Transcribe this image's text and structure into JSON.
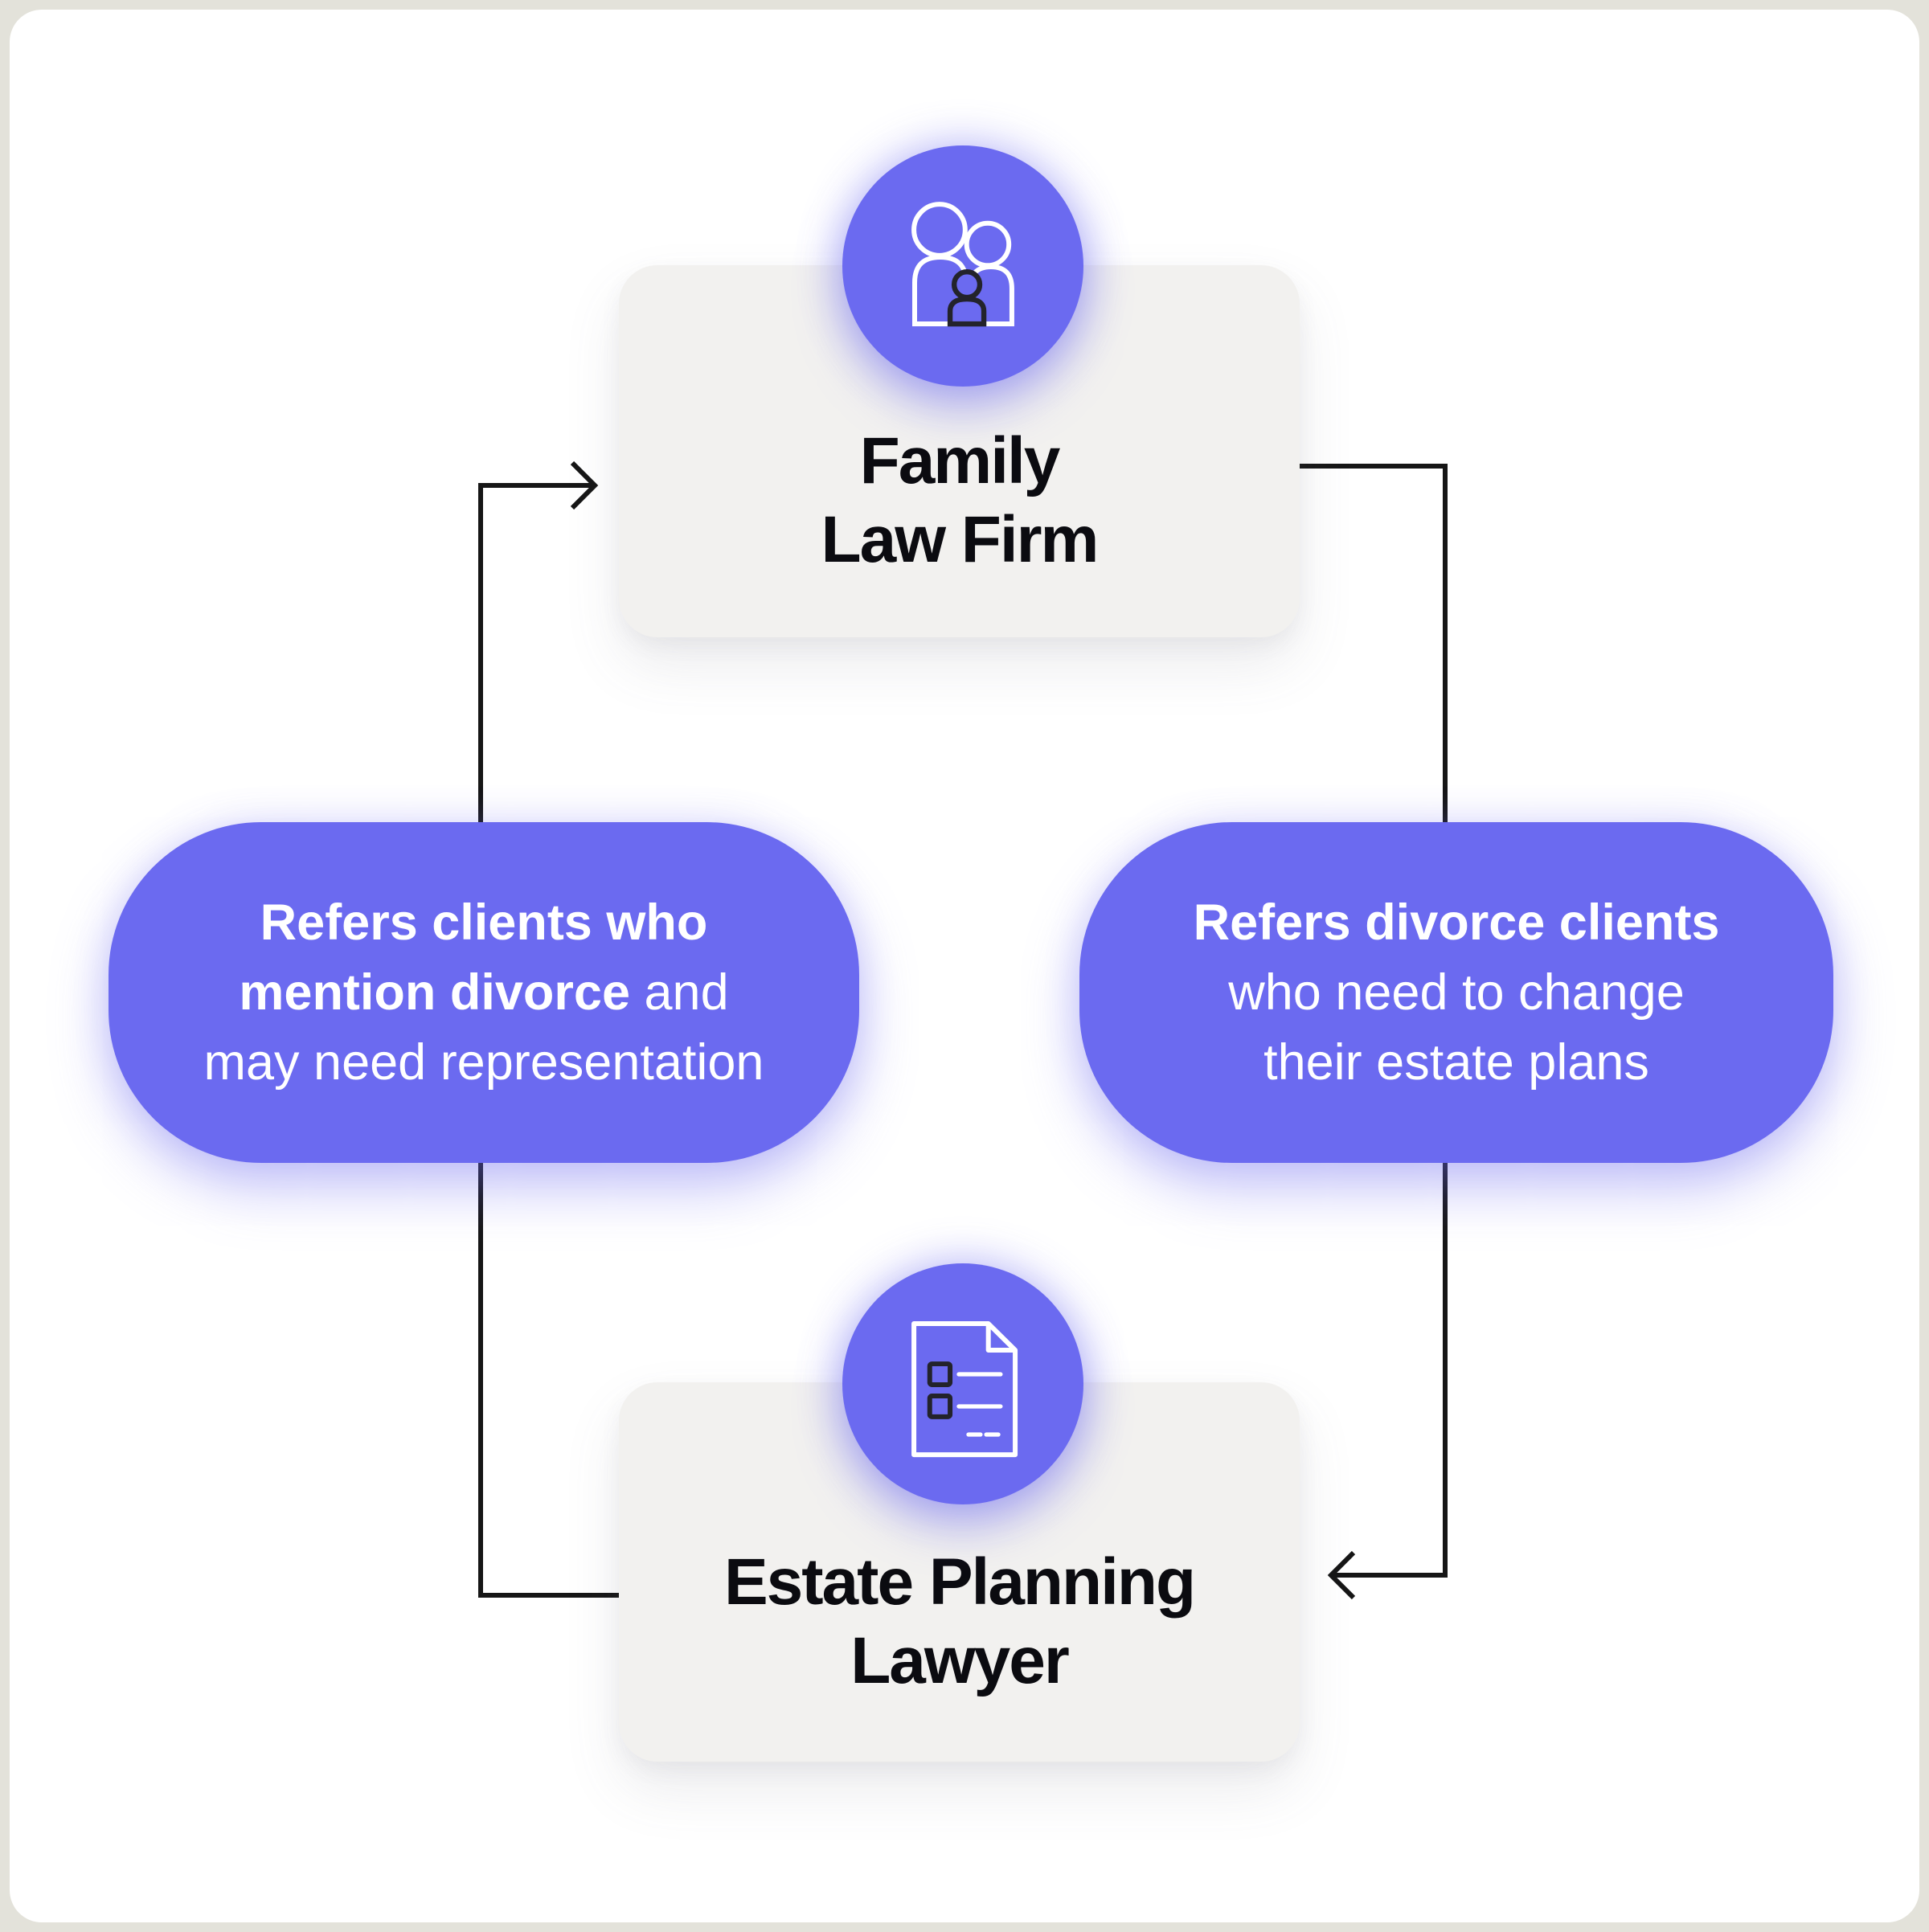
{
  "colors": {
    "accent": "#6B6AF0",
    "node_bg": "#F2F1EF",
    "title": "#0B0B10",
    "pill_text": "#FFFFFF",
    "line": "#161616",
    "icon_dark": "#23232B",
    "bg_outer": "#E3E2DA",
    "bg_card": "#FFFFFF"
  },
  "icons": {
    "family": "family-icon",
    "estate": "document-icon"
  },
  "nodes": {
    "family": {
      "line1": "Family",
      "line2": "Law Firm"
    },
    "estate": {
      "line1": "Estate Planning",
      "line2": "Lawyer"
    }
  },
  "pills": {
    "left": {
      "line1_bold": "Refers clients who",
      "line2_bold": "mention divorce",
      "line2_regular": " and",
      "line3_regular": "may need representation"
    },
    "right": {
      "line1_bold": "Refers divorce clients",
      "line2_regular": "who need to change",
      "line3_regular": "their estate plans"
    }
  }
}
